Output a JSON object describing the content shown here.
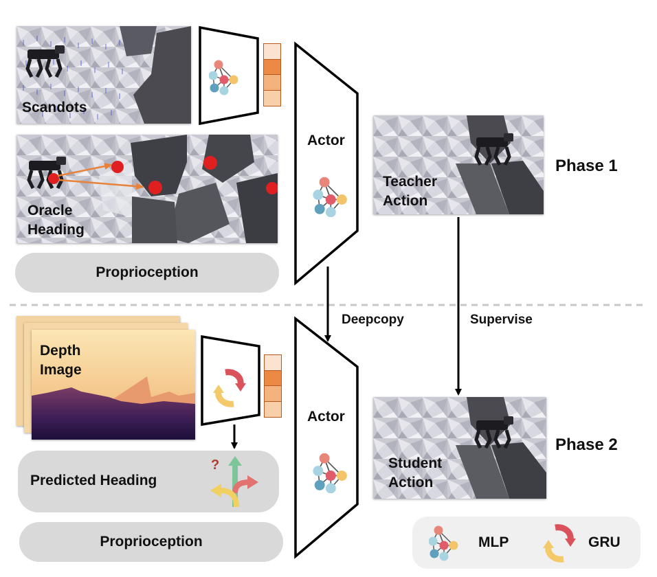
{
  "phase1": {
    "scandots_label": "Scandots",
    "oracle_label_line1": "Oracle",
    "oracle_label_line2": "Heading",
    "proprioception_label": "Proprioception",
    "actor_label": "Actor",
    "teacher_label_line1": "Teacher",
    "teacher_label_line2": "Action",
    "phase_label": "Phase 1"
  },
  "phase2": {
    "depth_label_line1": "Depth",
    "depth_label_line2": "Image",
    "predicted_heading_label": "Predicted Heading",
    "question_mark": "?",
    "proprioception_label": "Proprioception",
    "actor_label": "Actor",
    "student_label_line1": "Student",
    "student_label_line2": "Action",
    "phase_label": "Phase 2"
  },
  "edges": {
    "deepcopy": "Deepcopy",
    "supervise": "Supervise"
  },
  "legend": {
    "mlp_label": "MLP",
    "gru_label": "GRU"
  },
  "colors": {
    "token_colors": [
      "#fbe3cf",
      "#ec8a45",
      "#f4b27f",
      "#f8cfa8"
    ],
    "terrain": "#c6c6cf",
    "rock": "#4a4a50",
    "marker_red": "#e02020",
    "arrow_orange": "#e8823a",
    "pill_gray": "#d9d9d9",
    "mlp_node_colors": [
      "#e9867a",
      "#a7d4e0",
      "#e05c6a",
      "#f3c46a",
      "#5fa0bd"
    ],
    "gru_colors": [
      "#f3c96a",
      "#d9525c"
    ],
    "heading_colors": [
      "#7fc59a",
      "#e27270",
      "#f0d060"
    ]
  }
}
